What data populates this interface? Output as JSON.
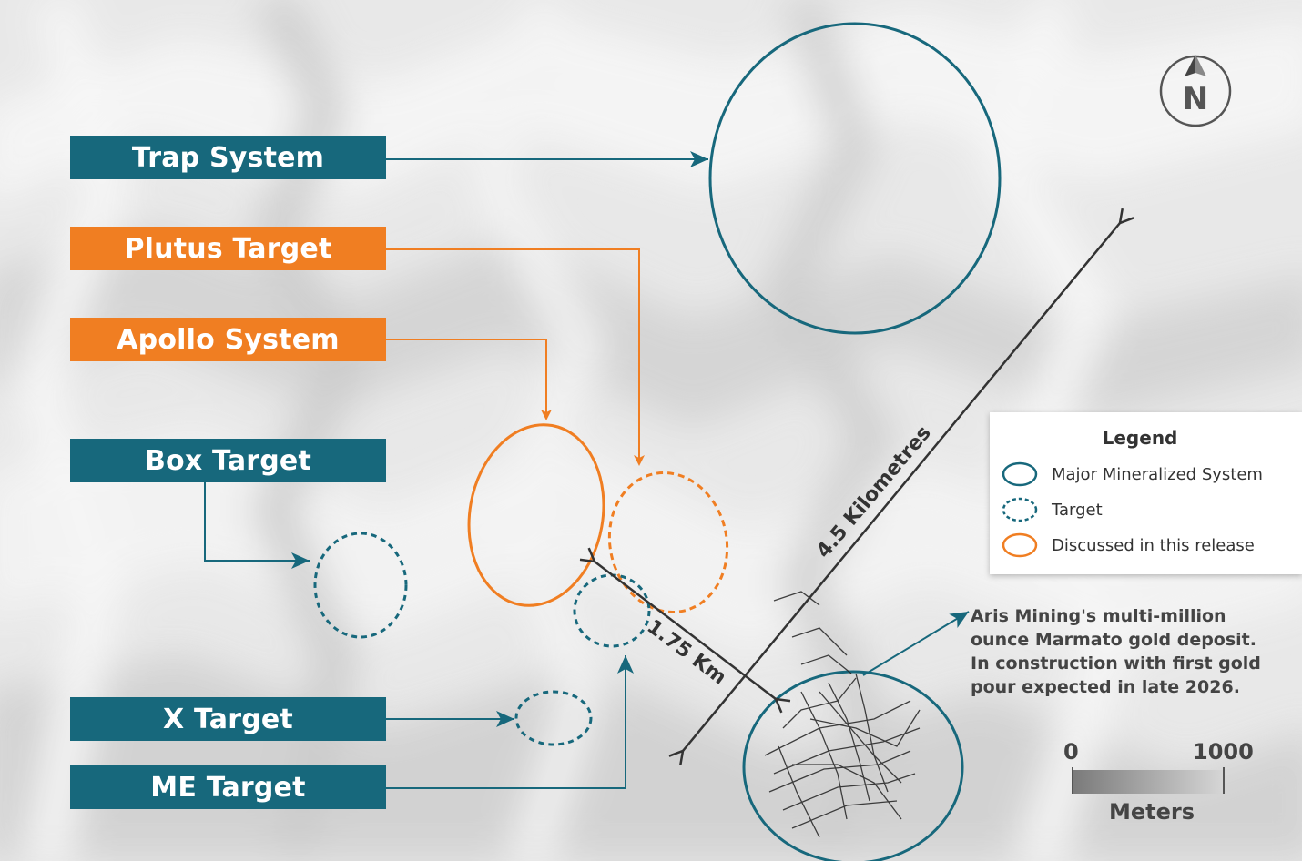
{
  "labels": {
    "trap": "Trap System",
    "plutus": "Plutus Target",
    "apollo": "Apollo System",
    "box": "Box Target",
    "x": "X Target",
    "me": "ME Target"
  },
  "distances": {
    "long": "4.5 Kilometres",
    "short": "1.75 Km"
  },
  "legend": {
    "title": "Legend",
    "items": [
      "Major Mineralized System",
      "Target",
      "Discussed in this release"
    ]
  },
  "callout": {
    "lines": [
      "Aris Mining's multi-million",
      "ounce Marmato gold deposit.",
      "In construction with first gold",
      "pour expected in late 2026."
    ]
  },
  "compass": {
    "letter": "N"
  },
  "scale": {
    "min": "0",
    "max": "1000",
    "unit": "Meters"
  },
  "colors": {
    "teal": "#17687c",
    "orange": "#f07e22",
    "dark": "#333333"
  },
  "icons": {
    "compass": "north-arrow-compass-icon"
  }
}
